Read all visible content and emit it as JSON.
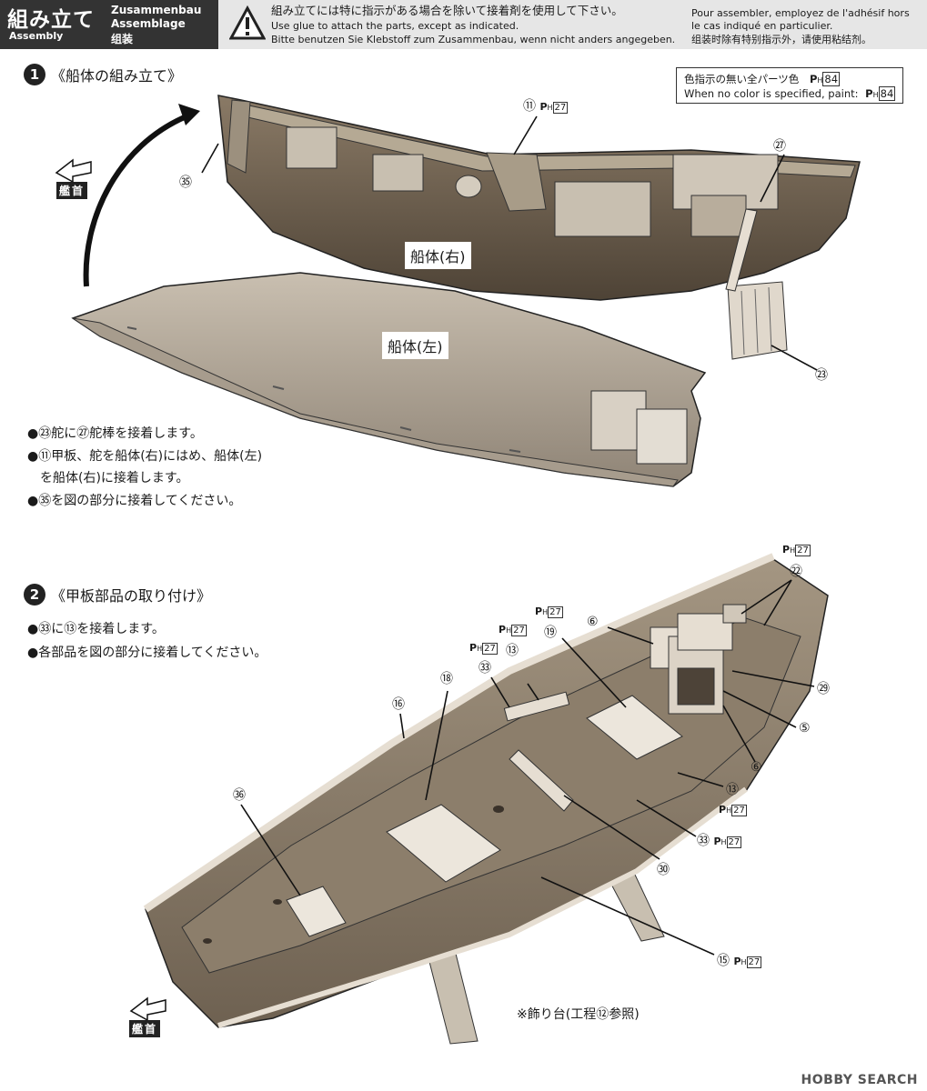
{
  "header": {
    "title_jp": "組み立て",
    "title_en": "Assembly",
    "title_de": "Zusammenbau",
    "title_fr": "Assemblage",
    "title_zh": "组装",
    "warning": {
      "icon": "warning-triangle-icon",
      "jp": "組み立てには特に指示がある場合を除いて接着剤を使用して下さい。",
      "en": "Use glue to attach the parts, except as indicated.",
      "de": "Bitte benutzen Sie Klebstoff zum Zusammenbau, wenn nicht anders angegeben.",
      "fr1": "Pour assembler, employez de l'adhésif hors",
      "fr2": "le cas indiqué en particulier.",
      "zh": "组装时除有特别指示外，请使用粘结剂。"
    }
  },
  "step1": {
    "number": "1",
    "title": "《船体の組み立て》",
    "color_box": {
      "line1": "色指示の無い全パーツ色",
      "line1_code": "84",
      "line2": "When no color is specified, paint:",
      "line2_code": "84"
    },
    "bow_label": "艦首",
    "hull_right": "船体(右)",
    "hull_left": "船体(左)",
    "callouts": [
      {
        "num": "⑪",
        "paint": "27"
      },
      {
        "num": "㉗"
      },
      {
        "num": "㉟"
      },
      {
        "num": "㉓"
      }
    ],
    "notes": [
      "●㉓舵に㉗舵棒を接着します。",
      "●⑪甲板、舵を船体(右)にはめ、船体(左)",
      "を船体(右)に接着します。",
      "●㉟を図の部分に接着してください。"
    ]
  },
  "step2": {
    "number": "2",
    "title": "《甲板部品の取り付け》",
    "notes": [
      "●㉝に⑬を接着します。",
      "●各部品を図の部分に接着してください。"
    ],
    "bow_label": "艦首",
    "stand_note": "※飾り台(工程⑫参照)",
    "callouts": [
      {
        "num": "㉒",
        "paint": "27"
      },
      {
        "num": "⑲",
        "paint": "27"
      },
      {
        "num": "⑬",
        "paint": "27"
      },
      {
        "num": "㉝",
        "paint": "27"
      },
      {
        "num": "⑥"
      },
      {
        "num": "㉙"
      },
      {
        "num": "⑤"
      },
      {
        "num": "⑥"
      },
      {
        "num": "⑬",
        "paint": "27"
      },
      {
        "num": "㉝",
        "paint": "27"
      },
      {
        "num": "⑯"
      },
      {
        "num": "⑱"
      },
      {
        "num": "㊱"
      },
      {
        "num": "㉚"
      },
      {
        "num": "⑮",
        "paint": "27"
      }
    ]
  },
  "paint_prefix": "H",
  "watermark": "HOBBY SEARCH"
}
